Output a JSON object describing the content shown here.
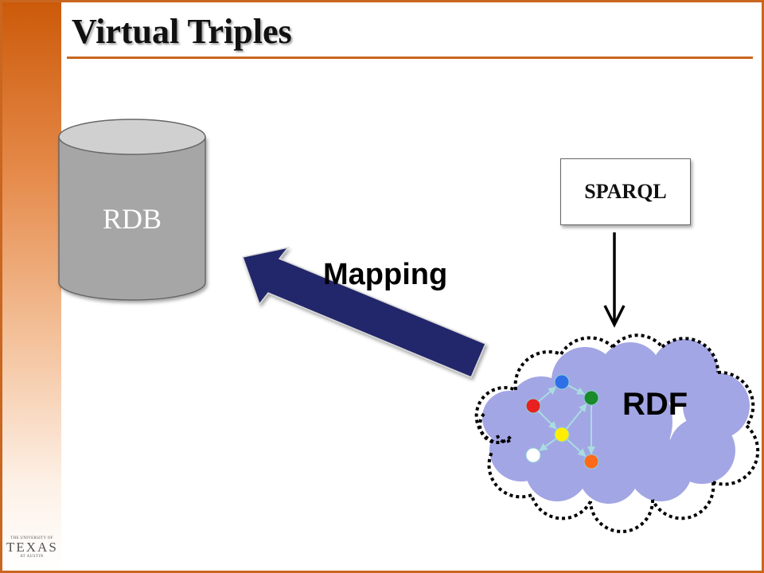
{
  "slide": {
    "title": "Virtual Triples",
    "accent_color": "#c9661f"
  },
  "diagram": {
    "rdb_label": "RDB",
    "sparql_label": "SPARQL",
    "mapping_label": "Mapping",
    "rdf_label": "RDF",
    "colors": {
      "cylinder": "#a6a6a6",
      "cylinder_top": "#d0d0d0",
      "mapping_arrow": "#22276b",
      "cloud_fill": "#a3a6e4",
      "edge": "#a8dde0"
    },
    "graph_nodes": [
      {
        "id": "blue",
        "color": "#2f6fe8"
      },
      {
        "id": "red",
        "color": "#e82020"
      },
      {
        "id": "green",
        "color": "#1a8a2a"
      },
      {
        "id": "yellow",
        "color": "#ffee00"
      },
      {
        "id": "white",
        "color": "#ffffff"
      },
      {
        "id": "orange",
        "color": "#ff6a1a"
      }
    ],
    "graph_edges": [
      [
        "red",
        "blue"
      ],
      [
        "blue",
        "green"
      ],
      [
        "red",
        "yellow"
      ],
      [
        "yellow",
        "green"
      ],
      [
        "yellow",
        "white"
      ],
      [
        "yellow",
        "orange"
      ],
      [
        "green",
        "orange"
      ]
    ]
  },
  "logo": {
    "line1": "THE UNIVERSITY OF",
    "line2": "TEXAS",
    "line3": "AT AUSTIN"
  }
}
